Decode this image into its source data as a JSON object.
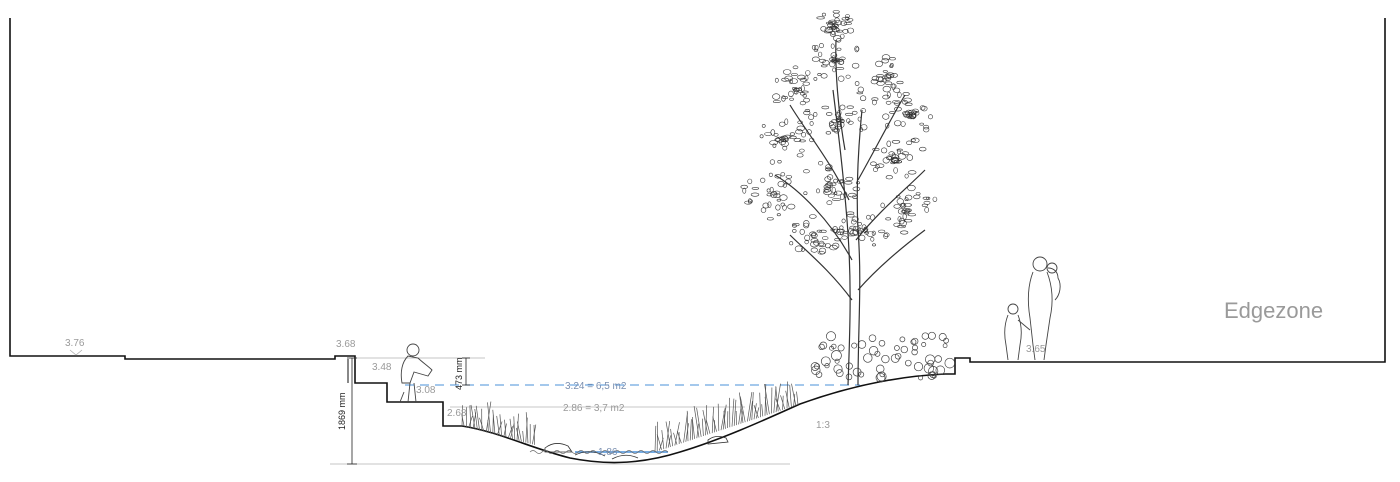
{
  "zone_title": "Edgezone",
  "levels": {
    "left_ground": "3.76",
    "wall_top": "3.68",
    "step_upper": "3.48",
    "step_mid": "3.08",
    "step_lower": "2.68",
    "right_ground": "3.65"
  },
  "water_levels": {
    "high": "3.24 = 6,5 m2",
    "mid": "2.86 = 3,7 m2",
    "low": "1.86"
  },
  "dimensions": {
    "total_depth": "1869 mm",
    "freeboard": "473 mm"
  },
  "slope_ratio": "1:3",
  "colors": {
    "line": "#111111",
    "annotation": "#9a9a9a",
    "water": "#4a90d9",
    "vegetation": "#555555"
  }
}
